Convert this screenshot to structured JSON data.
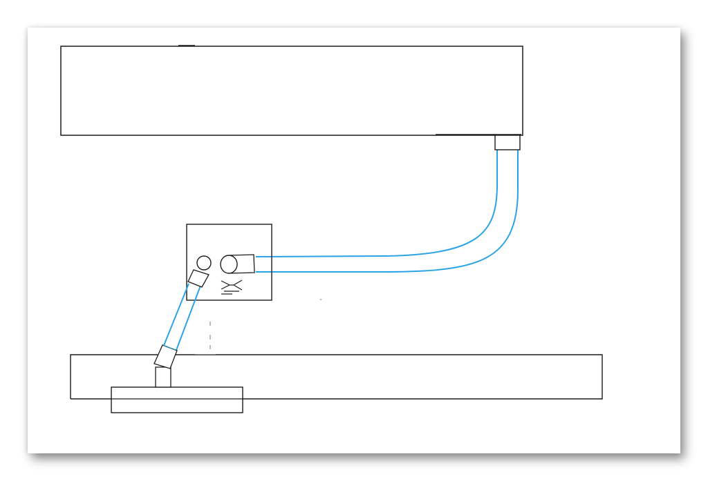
{
  "diagram": {
    "hose_color": "#29a3e8",
    "line_color": "#1a1a1a",
    "paper_color": "#ffffff",
    "components": [
      "upper-unit",
      "outlet-collar",
      "junction-box",
      "junction-port-left",
      "junction-port-right",
      "splitter-icon",
      "long-hose",
      "short-hose",
      "lower-unit",
      "mounting-base",
      "lower-riser"
    ]
  }
}
